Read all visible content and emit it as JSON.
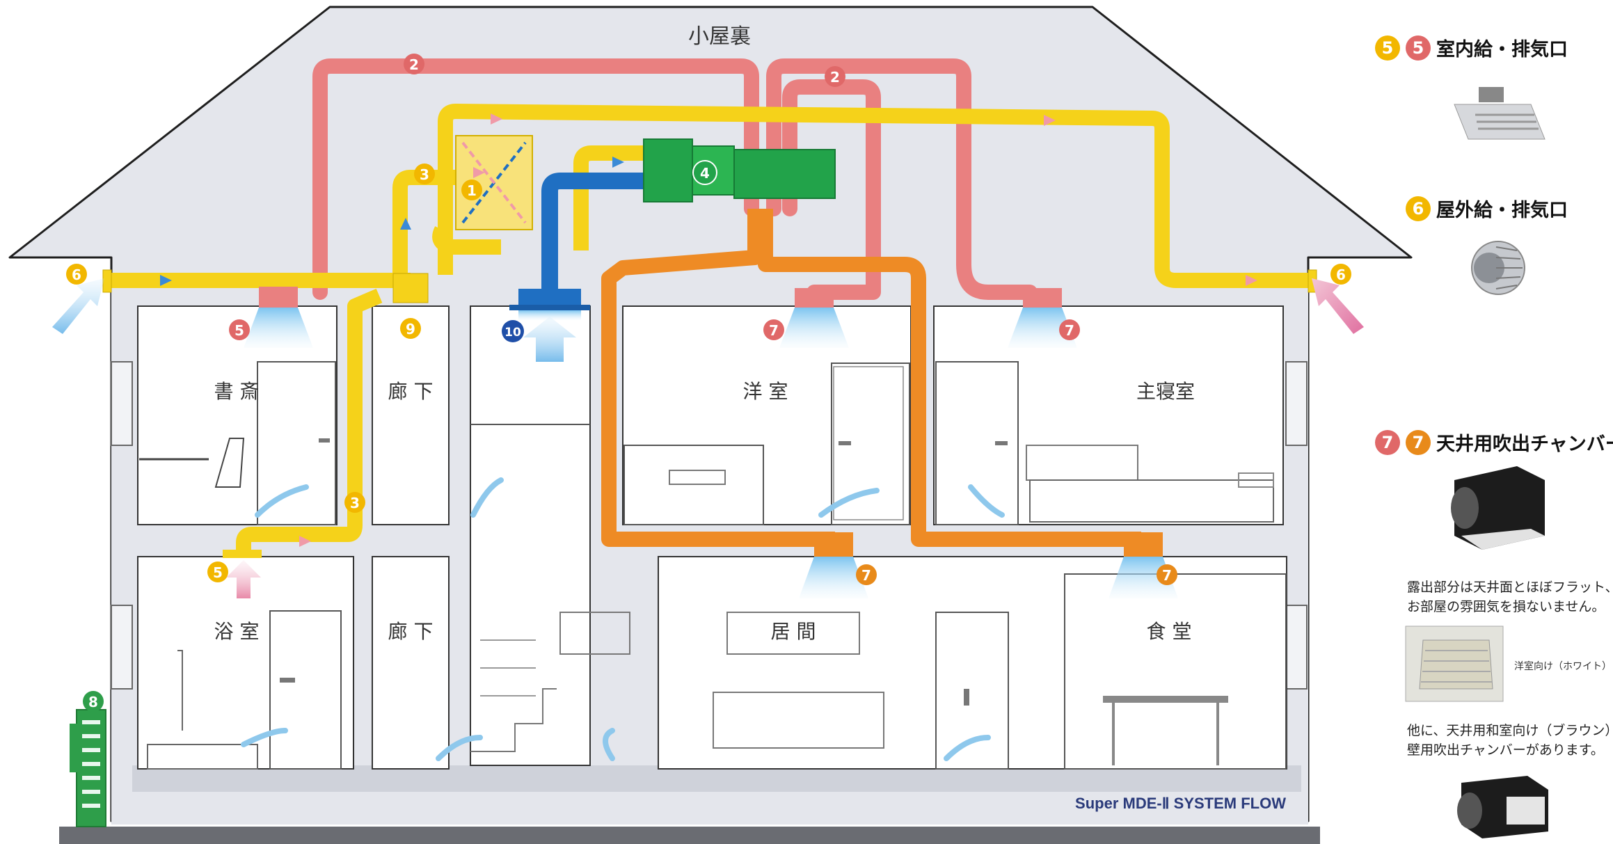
{
  "attic_label": "小屋裏",
  "rooms": {
    "study": "書 斎",
    "hall_upper": "廊 下",
    "western": "洋 室",
    "master": "主寝室",
    "bath": "浴 室",
    "hall_lower": "廊 下",
    "living": "居 間",
    "dining": "食 堂"
  },
  "markers": {
    "m1": "1",
    "m2": "2",
    "m3": "3",
    "m4": "4",
    "m5": "5",
    "m6": "6",
    "m7": "7",
    "m8": "8",
    "m9": "9",
    "m10": "10"
  },
  "system_flow": "Super MDE-Ⅱ SYSTEM FLOW",
  "legend": {
    "item5": {
      "num_a": "5",
      "num_b": "5",
      "label": "室内給・排気口"
    },
    "item6": {
      "num": "6",
      "label": "屋外給・排気口"
    },
    "item7": {
      "num_a": "7",
      "num_b": "7",
      "label": "天井用吹出チャンバー"
    },
    "note1_line1": "露出部分は天井面とほぼフラット、",
    "note1_line2": "お部屋の雰囲気を損ないません。",
    "grille_caption": "洋室向け（ホワイト）",
    "note2_line1": "他に、天井用和室向け（ブラウン）",
    "note2_line2": "壁用吹出チャンバーがあります。"
  },
  "colors": {
    "supply_duct": "#f5d21a",
    "exhaust_duct": "#e98080",
    "chamber_duct": "#ee8b25",
    "return_duct": "#1f6fc2",
    "unit": "#22a34a",
    "house_fill": "#e4e6ec"
  }
}
